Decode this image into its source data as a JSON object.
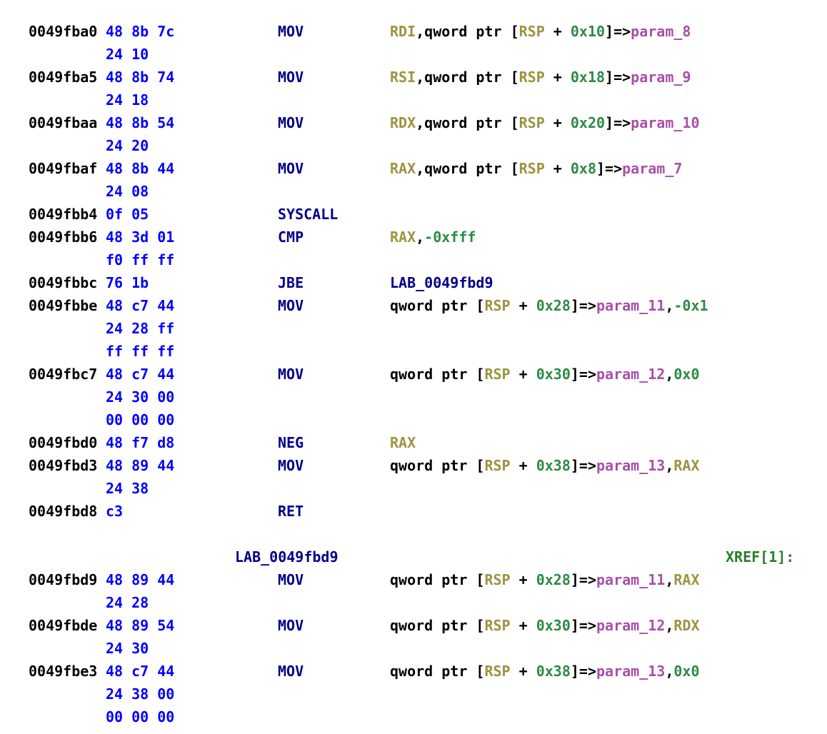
{
  "app": {
    "view_name": "disassembly-listing"
  },
  "colors": {
    "address": "#000000",
    "bytes": "#0000ff",
    "mnemonic": "#000089",
    "label": "#000089",
    "register": "#9c9440",
    "scalar": "#2d8b45",
    "variable": "#a84fa8",
    "plain": "#000000",
    "xref": "#2a7e2a"
  },
  "listing": {
    "entries": [
      {
        "address": "0049fba0",
        "bytes": [
          "48 8b 7c",
          "24 10"
        ],
        "mnemonic": "MOV",
        "operands": [
          [
            "register",
            "RDI"
          ],
          [
            "plain",
            ",qword ptr ["
          ],
          [
            "register",
            "RSP"
          ],
          [
            "plain",
            " + "
          ],
          [
            "scalar",
            "0x10"
          ],
          [
            "plain",
            "]=>"
          ],
          [
            "variable",
            "param_8"
          ]
        ]
      },
      {
        "address": "0049fba5",
        "bytes": [
          "48 8b 74",
          "24 18"
        ],
        "mnemonic": "MOV",
        "operands": [
          [
            "register",
            "RSI"
          ],
          [
            "plain",
            ",qword ptr ["
          ],
          [
            "register",
            "RSP"
          ],
          [
            "plain",
            " + "
          ],
          [
            "scalar",
            "0x18"
          ],
          [
            "plain",
            "]=>"
          ],
          [
            "variable",
            "param_9"
          ]
        ]
      },
      {
        "address": "0049fbaa",
        "bytes": [
          "48 8b 54",
          "24 20"
        ],
        "mnemonic": "MOV",
        "operands": [
          [
            "register",
            "RDX"
          ],
          [
            "plain",
            ",qword ptr ["
          ],
          [
            "register",
            "RSP"
          ],
          [
            "plain",
            " + "
          ],
          [
            "scalar",
            "0x20"
          ],
          [
            "plain",
            "]=>"
          ],
          [
            "variable",
            "param_10"
          ]
        ]
      },
      {
        "address": "0049fbaf",
        "bytes": [
          "48 8b 44",
          "24 08"
        ],
        "mnemonic": "MOV",
        "operands": [
          [
            "register",
            "RAX"
          ],
          [
            "plain",
            ",qword ptr ["
          ],
          [
            "register",
            "RSP"
          ],
          [
            "plain",
            " + "
          ],
          [
            "scalar",
            "0x8"
          ],
          [
            "plain",
            "]=>"
          ],
          [
            "variable",
            "param_7"
          ]
        ]
      },
      {
        "address": "0049fbb4",
        "bytes": [
          "0f 05"
        ],
        "mnemonic": "SYSCALL",
        "operands": []
      },
      {
        "address": "0049fbb6",
        "bytes": [
          "48 3d 01",
          "f0 ff ff"
        ],
        "mnemonic": "CMP",
        "operands": [
          [
            "register",
            "RAX"
          ],
          [
            "plain",
            ","
          ],
          [
            "scalar",
            "-0xfff"
          ]
        ]
      },
      {
        "address": "0049fbbc",
        "bytes": [
          "76 1b"
        ],
        "mnemonic": "JBE",
        "operands": [
          [
            "label",
            "LAB_0049fbd9"
          ]
        ]
      },
      {
        "address": "0049fbbe",
        "bytes": [
          "48 c7 44",
          "24 28 ff",
          "ff ff ff"
        ],
        "mnemonic": "MOV",
        "operands": [
          [
            "plain",
            "qword ptr ["
          ],
          [
            "register",
            "RSP"
          ],
          [
            "plain",
            " + "
          ],
          [
            "scalar",
            "0x28"
          ],
          [
            "plain",
            "]=>"
          ],
          [
            "variable",
            "param_11"
          ],
          [
            "plain",
            ","
          ],
          [
            "scalar",
            "-0x1"
          ]
        ]
      },
      {
        "address": "0049fbc7",
        "bytes": [
          "48 c7 44",
          "24 30 00",
          "00 00 00"
        ],
        "mnemonic": "MOV",
        "operands": [
          [
            "plain",
            "qword ptr ["
          ],
          [
            "register",
            "RSP"
          ],
          [
            "plain",
            " + "
          ],
          [
            "scalar",
            "0x30"
          ],
          [
            "plain",
            "]=>"
          ],
          [
            "variable",
            "param_12"
          ],
          [
            "plain",
            ","
          ],
          [
            "scalar",
            "0x0"
          ]
        ]
      },
      {
        "address": "0049fbd0",
        "bytes": [
          "48 f7 d8"
        ],
        "mnemonic": "NEG",
        "operands": [
          [
            "register",
            "RAX"
          ]
        ]
      },
      {
        "address": "0049fbd3",
        "bytes": [
          "48 89 44",
          "24 38"
        ],
        "mnemonic": "MOV",
        "operands": [
          [
            "plain",
            "qword ptr ["
          ],
          [
            "register",
            "RSP"
          ],
          [
            "plain",
            " + "
          ],
          [
            "scalar",
            "0x38"
          ],
          [
            "plain",
            "]=>"
          ],
          [
            "variable",
            "param_13"
          ],
          [
            "plain",
            ","
          ],
          [
            "register",
            "RAX"
          ]
        ]
      },
      {
        "address": "0049fbd8",
        "bytes": [
          "c3"
        ],
        "mnemonic": "RET",
        "operands": []
      },
      {
        "blank": true
      },
      {
        "label": "LAB_0049fbd9",
        "xref": "XREF[1]:"
      },
      {
        "address": "0049fbd9",
        "bytes": [
          "48 89 44",
          "24 28"
        ],
        "mnemonic": "MOV",
        "operands": [
          [
            "plain",
            "qword ptr ["
          ],
          [
            "register",
            "RSP"
          ],
          [
            "plain",
            " + "
          ],
          [
            "scalar",
            "0x28"
          ],
          [
            "plain",
            "]=>"
          ],
          [
            "variable",
            "param_11"
          ],
          [
            "plain",
            ","
          ],
          [
            "register",
            "RAX"
          ]
        ]
      },
      {
        "address": "0049fbde",
        "bytes": [
          "48 89 54",
          "24 30"
        ],
        "mnemonic": "MOV",
        "operands": [
          [
            "plain",
            "qword ptr ["
          ],
          [
            "register",
            "RSP"
          ],
          [
            "plain",
            " + "
          ],
          [
            "scalar",
            "0x30"
          ],
          [
            "plain",
            "]=>"
          ],
          [
            "variable",
            "param_12"
          ],
          [
            "plain",
            ","
          ],
          [
            "register",
            "RDX"
          ]
        ]
      },
      {
        "address": "0049fbe3",
        "bytes": [
          "48 c7 44",
          "24 38 00",
          "00 00 00"
        ],
        "mnemonic": "MOV",
        "operands": [
          [
            "plain",
            "qword ptr ["
          ],
          [
            "register",
            "RSP"
          ],
          [
            "plain",
            " + "
          ],
          [
            "scalar",
            "0x38"
          ],
          [
            "plain",
            "]=>"
          ],
          [
            "variable",
            "param_13"
          ],
          [
            "plain",
            ","
          ],
          [
            "scalar",
            "0x0"
          ]
        ]
      }
    ]
  }
}
